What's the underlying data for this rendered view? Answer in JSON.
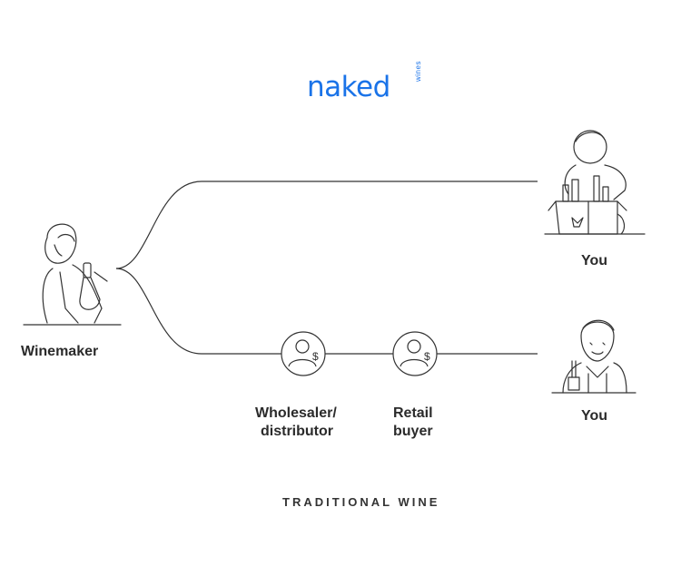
{
  "logo": {
    "main": "naked",
    "side": "wines"
  },
  "nodes": {
    "winemaker": "Winemaker",
    "you_top": "You",
    "you_bottom": "You",
    "wholesaler_line1": "Wholesaler/",
    "wholesaler_line2": "distributor",
    "retail_line1": "Retail",
    "retail_line2": "buyer"
  },
  "caption": "TRADITIONAL WINE",
  "colors": {
    "logo": "#1a73e8",
    "line": "#333333"
  },
  "icons": [
    "winemaker-figure",
    "person-box-figure",
    "person-shop-figure",
    "user-dollar-icon",
    "user-dollar-icon"
  ]
}
